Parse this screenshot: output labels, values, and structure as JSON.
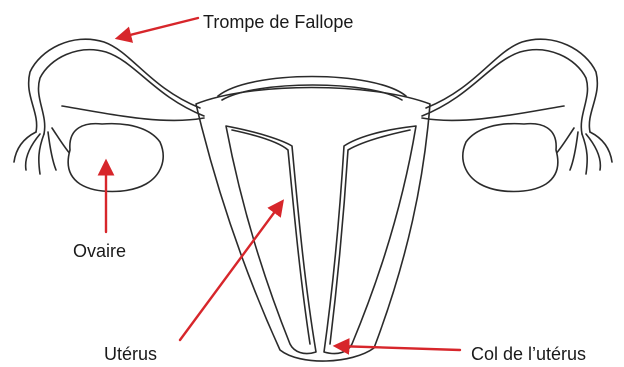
{
  "labels": {
    "fallopian_tube": "Trompe de Fallope",
    "ovary": "Ovaire",
    "uterus": "Utérus",
    "cervix": "Col de l’utérus"
  },
  "colors": {
    "arrow": "#d7262b",
    "outline": "#2b2b2b",
    "text": "#1a1a1a",
    "background": "#ffffff"
  }
}
